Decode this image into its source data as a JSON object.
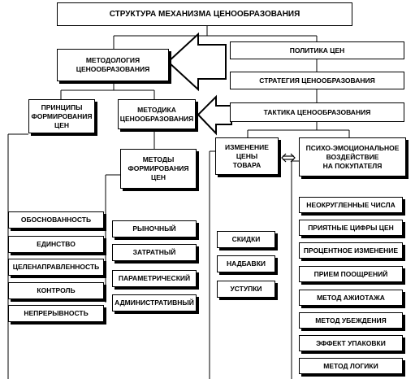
{
  "title": "СТРУКТУРА МЕХАНИЗМА ЦЕНООБРАЗОВАНИЯ",
  "methodology": "МЕТОДОЛОГИЯ\nЦЕНООБРАЗОВАНИЯ",
  "price_policy": "ПОЛИТИКА ЦЕН",
  "strategy": "СТРАТЕГИЯ ЦЕНООБРАЗОВАНИЯ",
  "tactics": "ТАКТИКА  ЦЕНООБРАЗОВАНИЯ",
  "principles": "ПРИНЦИПЫ\nФОРМИРОВАНИЯ\nЦЕН",
  "methodika": "МЕТОДИКА\nЦЕНООБРАЗОВАНИЯ",
  "methods": "МЕТОДЫ\nФОРМИРОВАНИЯ\nЦЕН",
  "price_change": "ИЗМЕНЕНИЕ\nЦЕНЫ\nТОВАРА",
  "psycho": "ПСИХО-ЭМОЦИОНАЛЬНОЕ\nВОЗДЕЙСТВИЕ\nНА ПОКУПАТЕЛЯ",
  "principle_items": [
    "ОБОСНОВАННОСТЬ",
    "ЕДИНСТВО",
    "ЦЕЛЕНАПРАВЛЕННОСТЬ",
    "КОНТРОЛЬ",
    "НЕПРЕРЫВНОСТЬ"
  ],
  "method_items": [
    "РЫНОЧНЫЙ",
    "ЗАТРАТНЫЙ",
    "ПАРАМЕТРИЧЕСКИЙ",
    "АДМИНИСТРАТИВНЫЙ"
  ],
  "change_items": [
    "СКИДКИ",
    "НАДБАВКИ",
    "УСТУПКИ"
  ],
  "psycho_items": [
    "НЕОКРУГЛЕННЫЕ ЧИСЛА",
    "ПРИЯТНЫЕ ЦИФРЫ ЦЕН",
    "ПРОЦЕНТНОЕ ИЗМЕНЕНИЕ",
    "ПРИЕМ ПООЩРЕНИЙ",
    "МЕТОД АЖИОТАЖА",
    "МЕТОД УБЕЖДЕНИЯ",
    "ЭФФЕКТ УПАКОВКИ",
    "МЕТОД ЛОГИКИ"
  ]
}
